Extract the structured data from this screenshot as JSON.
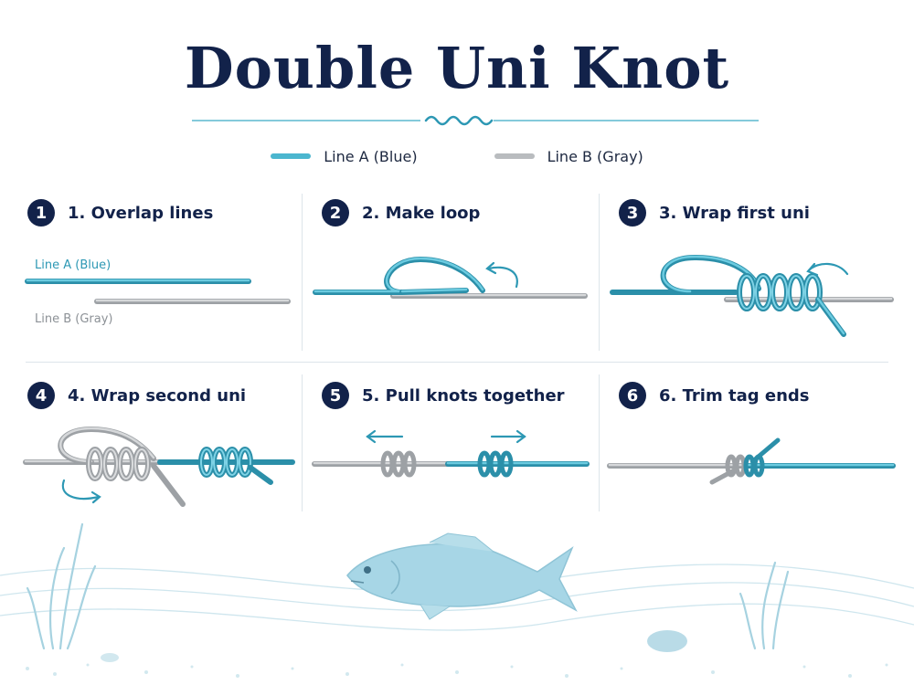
{
  "title": "Double Uni Knot",
  "legend": [
    {
      "label": "Line A (Blue)",
      "color": "#4bb6cf"
    },
    {
      "label": "Line B (Gray)",
      "color": "#b9bcbf"
    }
  ],
  "steps": [
    {
      "number": "1",
      "title": "1. Overlap lines",
      "line_a_label": "Line A (Blue)",
      "line_b_label": "Line B (Gray)"
    },
    {
      "number": "2",
      "title": "2. Make loop"
    },
    {
      "number": "3",
      "title": "3. Wrap first uni"
    },
    {
      "number": "4",
      "title": "4. Wrap second uni"
    },
    {
      "number": "5",
      "title": "5. Pull knots together"
    },
    {
      "number": "6",
      "title": "6. Trim tag ends"
    }
  ],
  "icons": [
    "wave-icon",
    "curved-arrow-icon",
    "left-arrow-icon",
    "right-arrow-icon",
    "fish-illustration",
    "seaweed-illustration"
  ],
  "colors": {
    "navy": "#12224a",
    "blue_line": "#4bb6cf",
    "gray_line": "#b9bcbf",
    "arrow": "#2d98b4"
  }
}
